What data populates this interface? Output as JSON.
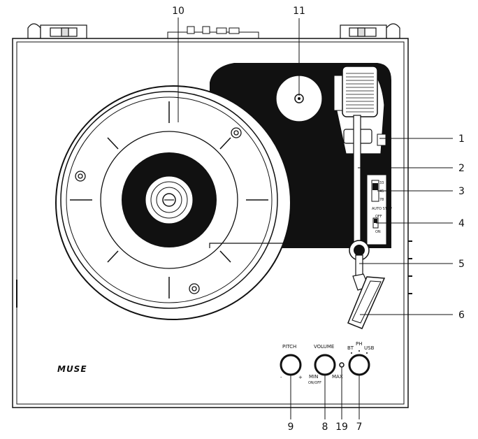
{
  "callouts": {
    "c10": "10",
    "c11": "11",
    "c1": "1",
    "c2": "2",
    "c3": "3",
    "c4": "4",
    "c5": "5",
    "c6": "6",
    "c9": "9",
    "c8": "8",
    "c19": "19",
    "c7": "7"
  },
  "controls": {
    "pitch_label": "PITCH",
    "pitch_minus": "-",
    "pitch_plus": "+",
    "volume_label": "VOLUME",
    "volume_min": "MIN",
    "volume_onoff": "ON/OFF",
    "volume_max": "MAX",
    "source_bt": "BT",
    "source_ph": "PH",
    "source_usb": "USB"
  },
  "switch_labels": {
    "speed_33": "33",
    "speed_45": "45",
    "speed_78": "78",
    "autostop": "AUTO STOP",
    "off": "OFF",
    "on": "ON"
  },
  "brand": "MUSE"
}
